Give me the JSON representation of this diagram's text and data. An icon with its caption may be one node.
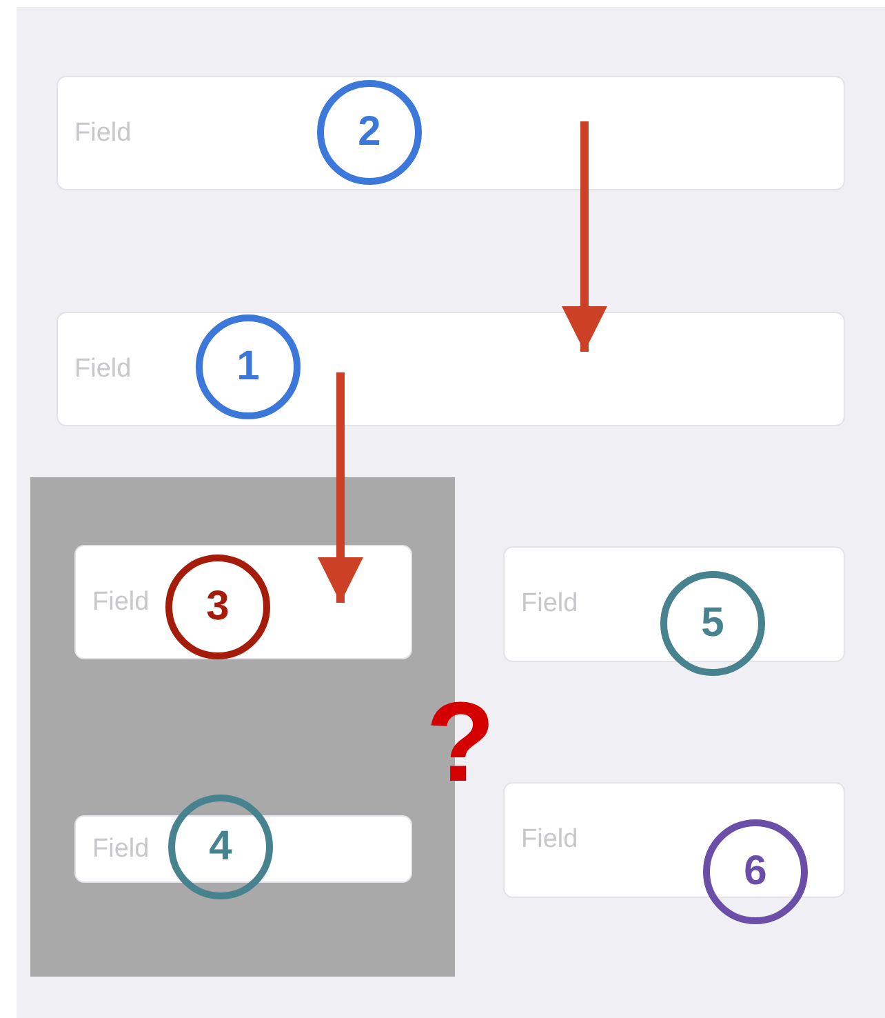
{
  "diagram": {
    "nodes": [
      {
        "text": [
          "Field"
        ]
      },
      {
        "text": [
          "Field"
        ]
      },
      {
        "text": [],
        "shape": "box"
      },
      {
        "text": [
          "Field"
        ],
        "in": 2
      },
      {
        "text": [
          "Field"
        ],
        "in": 2
      },
      {
        "text": [
          "Field"
        ]
      },
      {
        "text": [
          "Field"
        ]
      }
    ],
    "edges": [
      {
        "from": 0,
        "to": 1,
        "arrow": "to"
      },
      {
        "from": 1,
        "to": 3,
        "arrow": "to"
      }
    ],
    "labels": [
      "2",
      "1",
      "3",
      "5",
      "?",
      "4",
      "6"
    ]
  }
}
